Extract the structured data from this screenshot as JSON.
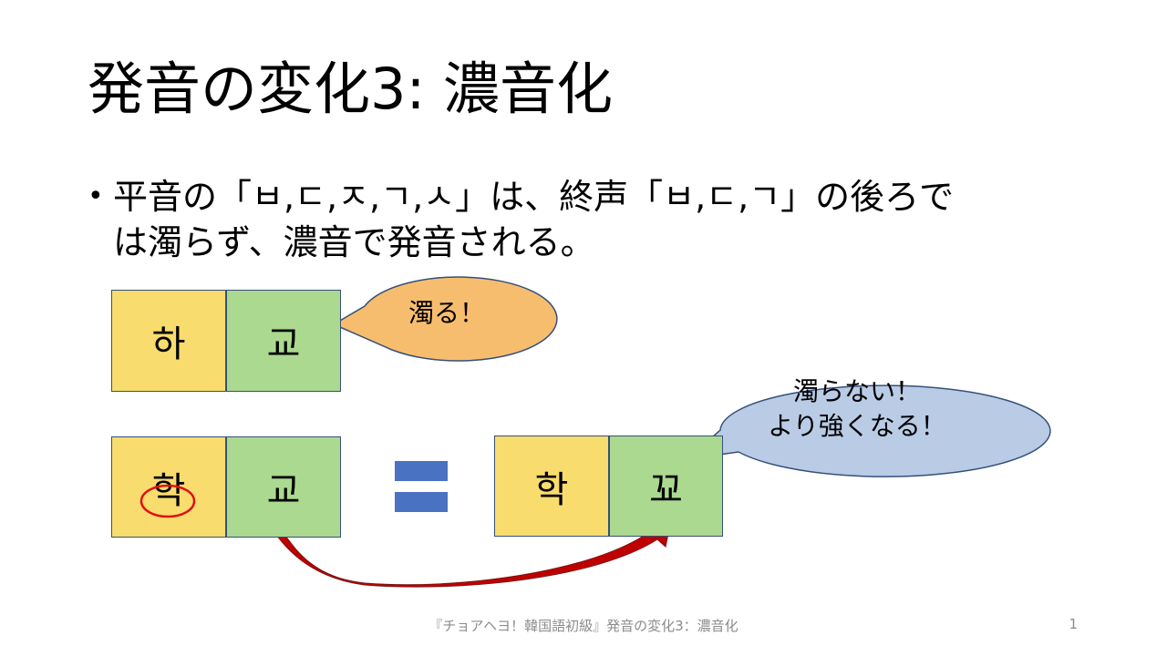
{
  "slide": {
    "title": "発音の変化3: 濃音化",
    "bullet_line1": "平音の「ㅂ,ㄷ,ㅈ,ㄱ,ㅅ」は、終声「ㅂ,ㄷ,ㄱ」の後ろで",
    "bullet_line2": "は濁らず、濃音で発音される。"
  },
  "examples": {
    "row1": {
      "first": "하",
      "second": "교"
    },
    "row2_left": {
      "first": "학",
      "second": "교"
    },
    "row2_right": {
      "first": "학",
      "second": "꾜"
    }
  },
  "bubbles": {
    "voiced": "濁る！",
    "tense_line1": "濁らない！",
    "tense_line2": "より強くなる！"
  },
  "colors": {
    "yellow": "#f9dc6e",
    "green": "#aad98f",
    "bubble_orange": "#f7bd6e",
    "bubble_blue": "#b9cbe5",
    "arrow_red": "#c00000",
    "equals_blue": "#4a72c2"
  },
  "footer": {
    "text": "『チョアヘヨ！韓国語初級』発音の変化3：濃音化",
    "page": "1"
  }
}
